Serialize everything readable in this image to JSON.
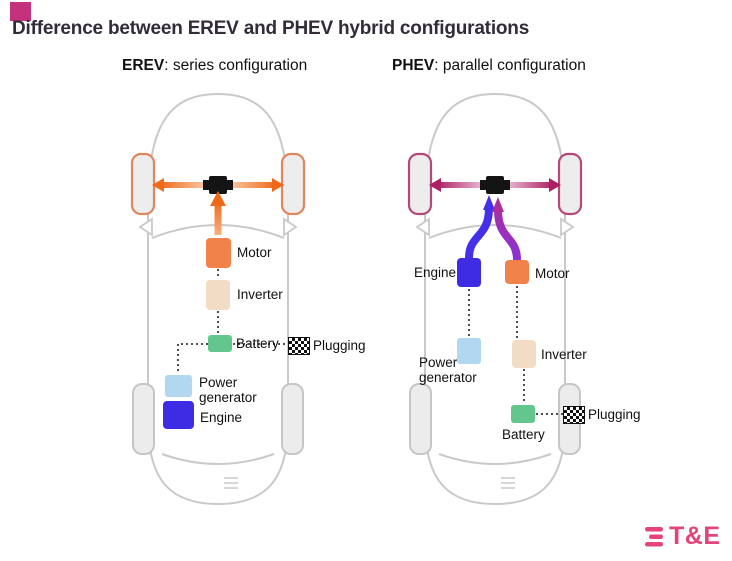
{
  "title": "Difference between EREV and PHEV hybrid configurations",
  "erev": {
    "name": "EREV",
    "subtitle": ": series configuration",
    "labels": {
      "motor": "Motor",
      "inverter": "Inverter",
      "battery": "Battery",
      "plugging": "Plugging",
      "power_generator": "Power generator",
      "engine": "Engine"
    }
  },
  "phev": {
    "name": "PHEV",
    "subtitle": ": parallel configuration",
    "labels": {
      "engine": "Engine",
      "motor": "Motor",
      "power_generator": "Power generator",
      "inverter": "Inverter",
      "battery": "Battery",
      "plugging": "Plugging"
    }
  },
  "logo": {
    "text": "T&E"
  },
  "colors": {
    "accent_square": "#c4317c",
    "car_outline": "#c9c9c9",
    "erev_wheel": "#e0855c",
    "phev_wheel": "#b54878",
    "gearbox": "#141414",
    "motor": "#f0824a",
    "inverter": "#f3dcc5",
    "battery": "#63c78d",
    "power_generator": "#b2d8f1",
    "engine": "#3e2ce4",
    "erev_arrow_dark": "#ee6a1a",
    "erev_arrow_light": "#fbd0ae",
    "motor_arrow_light": "#f9b585",
    "phev_arrow_dark": "#ae2066",
    "phev_arrow_light": "#eec8de",
    "blue_arrow": "#4430e6",
    "purple_arrow_bottom": "#8b30d8",
    "purple_arrow_top": "#ab2f9c",
    "logo_pink": "#e3457b"
  }
}
